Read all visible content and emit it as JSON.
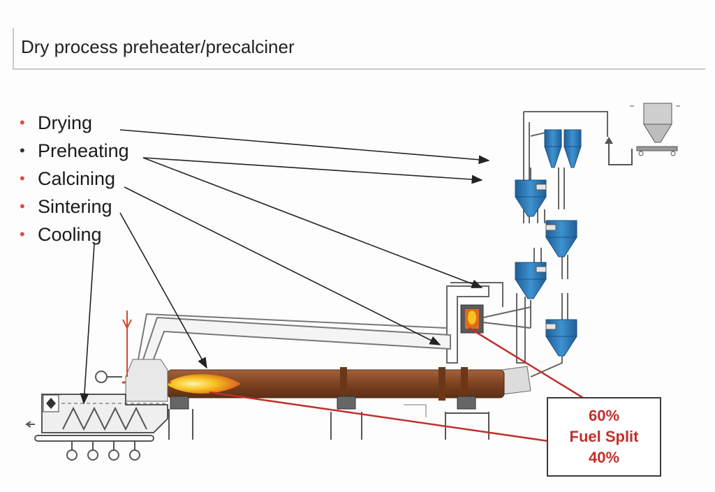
{
  "slide": {
    "title": "Dry process preheater/precalciner"
  },
  "bullets": [
    {
      "label": "Drying",
      "bullet_color": "#d9503f"
    },
    {
      "label": "Preheating",
      "bullet_color": "#333333"
    },
    {
      "label": "Calcining",
      "bullet_color": "#d9503f"
    },
    {
      "label": "Sintering",
      "bullet_color": "#d9503f"
    },
    {
      "label": "Cooling",
      "bullet_color": "#d9503f"
    }
  ],
  "fuel_split": {
    "top": "60%",
    "label": "Fuel Split",
    "bottom": "40%"
  },
  "colors": {
    "cyclone": "#2f7fbf",
    "kiln": "#8a4a22",
    "flame": "#f5b21c",
    "pointer_red": "#c0302b"
  }
}
